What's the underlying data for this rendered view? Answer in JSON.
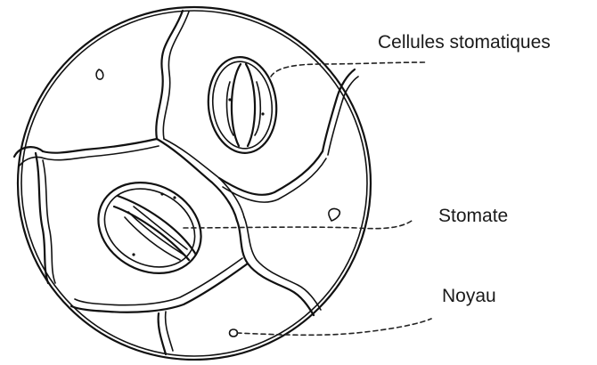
{
  "labels": {
    "guard_cells": "Cellules stomatiques",
    "stoma": "Stomate",
    "nucleus": "Noyau"
  },
  "colors": {
    "ink": "#111111",
    "background": "#ffffff"
  }
}
